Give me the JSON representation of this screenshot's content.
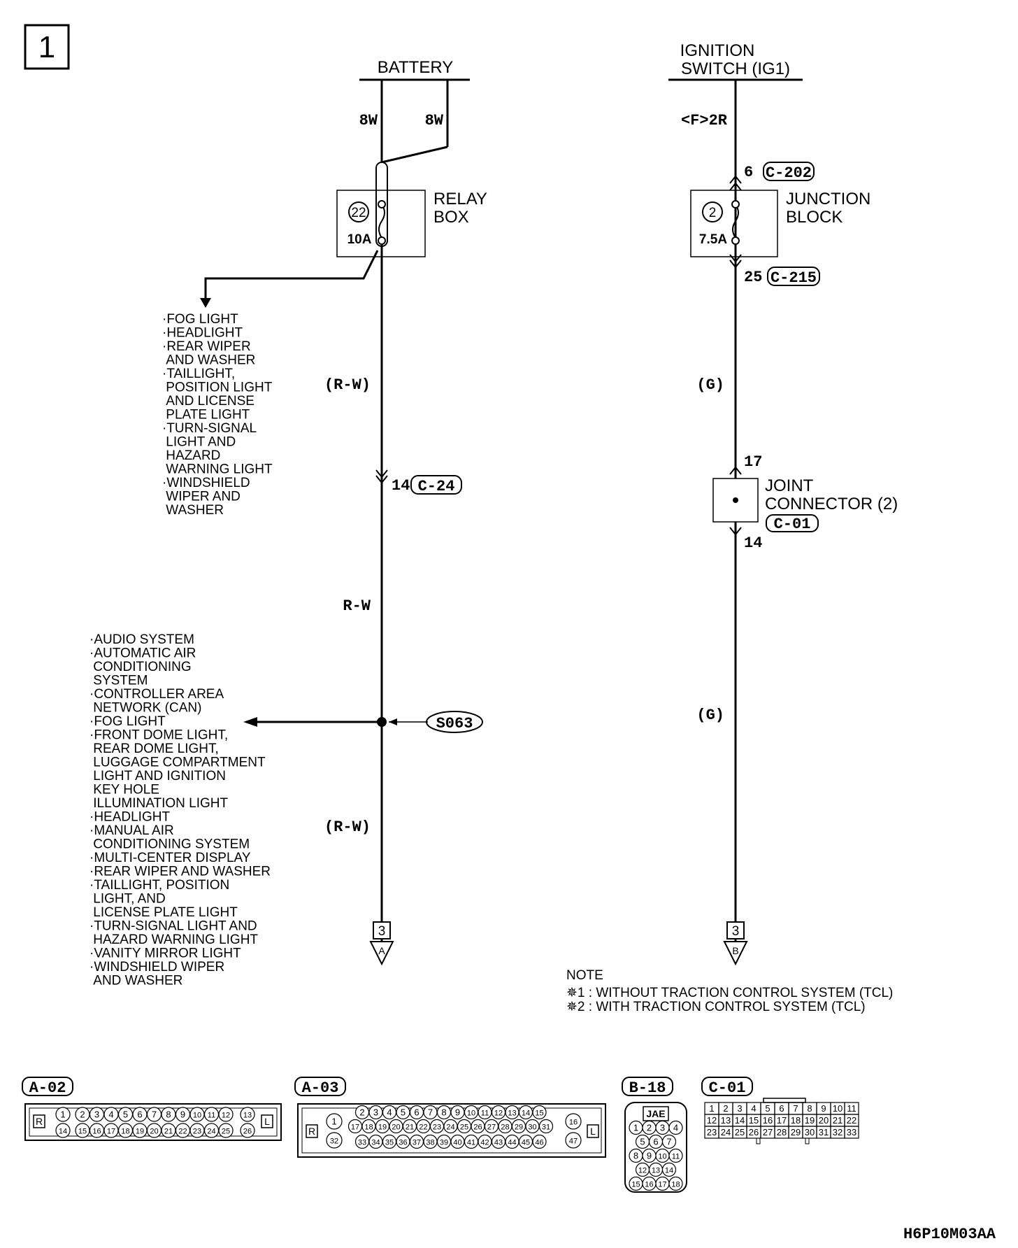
{
  "page_number": "1",
  "battery": {
    "label": "BATTERY",
    "wire_left": "8W",
    "wire_right": "8W"
  },
  "ignition": {
    "line1": "IGNITION",
    "line2": "SWITCH (IG1)",
    "wire": "<F>2R"
  },
  "relay_box": {
    "line1": "RELAY",
    "line2": "BOX",
    "fuse_no": "22",
    "fuse_rating": "10A"
  },
  "junction_block": {
    "line1": "JUNCTION",
    "line2": "BLOCK",
    "fuse_no": "2",
    "fuse_rating": "7.5A",
    "pin_top": "6",
    "conn_top": "C-202",
    "pin_bottom": "25",
    "conn_bottom": "C-215"
  },
  "left_wire": {
    "c1": "(R-W)",
    "c2": "R-W",
    "c3": "(R-W)",
    "pin": "14",
    "connector": "C-24",
    "splice": "S063"
  },
  "right_wire": {
    "c1": "(G)",
    "c2": "(G)"
  },
  "joint_connector": {
    "line1": "JOINT",
    "line2": "CONNECTOR (2)",
    "connector": "C-01",
    "pin_top": "17",
    "pin_bottom": "14"
  },
  "branch_top": [
    "·FOG LIGHT",
    "·HEADLIGHT",
    "·REAR WIPER",
    " AND WASHER",
    "·TAILLIGHT,",
    " POSITION LIGHT",
    " AND LICENSE",
    " PLATE LIGHT",
    "·TURN-SIGNAL",
    " LIGHT AND",
    " HAZARD",
    " WARNING LIGHT",
    "·WINDSHIELD",
    " WIPER AND",
    " WASHER"
  ],
  "branch_bottom": [
    "·AUDIO SYSTEM",
    "·AUTOMATIC AIR",
    " CONDITIONING",
    " SYSTEM",
    "·CONTROLLER AREA",
    " NETWORK (CAN)",
    "·FOG LIGHT",
    "·FRONT DOME LIGHT,",
    " REAR DOME LIGHT,",
    " LUGGAGE COMPARTMENT",
    " LIGHT AND IGNITION",
    " KEY HOLE",
    " ILLUMINATION LIGHT",
    "·HEADLIGHT",
    "·MANUAL AIR",
    " CONDITIONING SYSTEM",
    "·MULTI-CENTER DISPLAY",
    "·REAR WIPER AND WASHER",
    "·TAILLIGHT, POSITION",
    " LIGHT, AND",
    " LICENSE PLATE LIGHT",
    "·TURN-SIGNAL LIGHT AND",
    " HAZARD WARNING LIGHT",
    "·VANITY MIRROR LIGHT",
    "·WINDSHIELD WIPER",
    " AND WASHER"
  ],
  "terminal_left": {
    "page": "3",
    "letter": "A"
  },
  "terminal_right": {
    "page": "3",
    "letter": "B"
  },
  "note": {
    "title": "NOTE",
    "line1": "✵1 : WITHOUT TRACTION CONTROL SYSTEM (TCL)",
    "line2": "✵2 : WITH TRACTION CONTROL SYSTEM (TCL)"
  },
  "connectors": {
    "a02": {
      "name": "A-02",
      "left_mark": "R",
      "right_mark": "L"
    },
    "a03": {
      "name": "A-03",
      "left_mark": "R",
      "right_mark": "L"
    },
    "b18": {
      "name": "B-18",
      "label": "JAE"
    },
    "c01": {
      "name": "C-01"
    }
  },
  "figure_code": "H6P10M03AA"
}
